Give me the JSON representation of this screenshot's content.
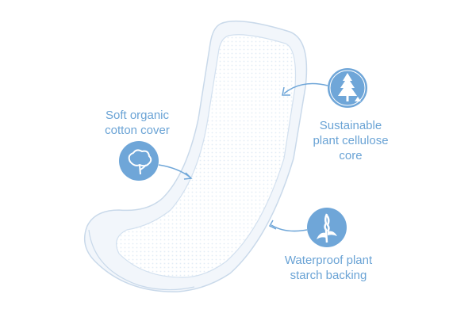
{
  "diagram": {
    "subject": "pad",
    "accent_color": "#6fa6d8",
    "callouts": [
      {
        "id": "cotton",
        "label_line1": "Soft organic",
        "label_line2": "cotton cover",
        "icon": "cotton-boll-icon"
      },
      {
        "id": "cellulose",
        "label_line1": "Sustainable",
        "label_line2": "plant cellulose",
        "label_line3": "core",
        "icon": "pine-tree-icon"
      },
      {
        "id": "starch",
        "label_line1": "Waterproof plant",
        "label_line2": "starch backing",
        "icon": "corn-plant-icon"
      }
    ]
  }
}
